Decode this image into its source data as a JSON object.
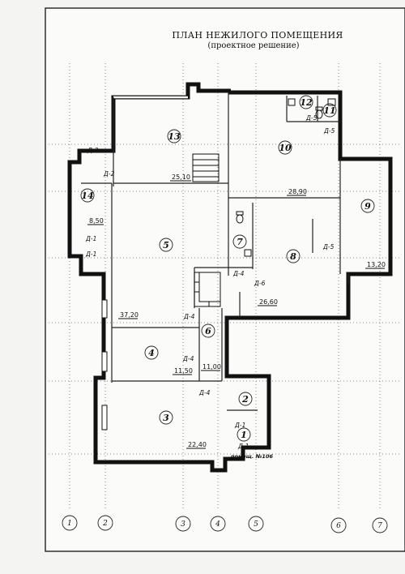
{
  "title": "ПЛАН НЕЖИЛОГО ПОМЕЩЕНИЯ",
  "subtitle": "(проектное решение)",
  "note": "помещ. №106",
  "rooms": [
    {
      "num": "1",
      "area": ""
    },
    {
      "num": "2",
      "area": ""
    },
    {
      "num": "3",
      "area": "22,40"
    },
    {
      "num": "4",
      "area": "11,50"
    },
    {
      "num": "5",
      "area": "37,20"
    },
    {
      "num": "6",
      "area": "11,00"
    },
    {
      "num": "7",
      "area": ""
    },
    {
      "num": "8",
      "area": "26,60"
    },
    {
      "num": "9",
      "area": "13,20"
    },
    {
      "num": "10",
      "area": "28,90"
    },
    {
      "num": "11",
      "area": ""
    },
    {
      "num": "12",
      "area": ""
    },
    {
      "num": "13",
      "area": "25,10"
    },
    {
      "num": "14",
      "area": "8,50"
    }
  ],
  "doors": {
    "d1": "Д-1",
    "d2": "Д-2",
    "d3": "Д-3",
    "d4": "Д-4",
    "d5": "Д-5",
    "d6": "Д-6"
  },
  "axes": [
    "1",
    "2",
    "3",
    "4",
    "5",
    "6",
    "7"
  ]
}
